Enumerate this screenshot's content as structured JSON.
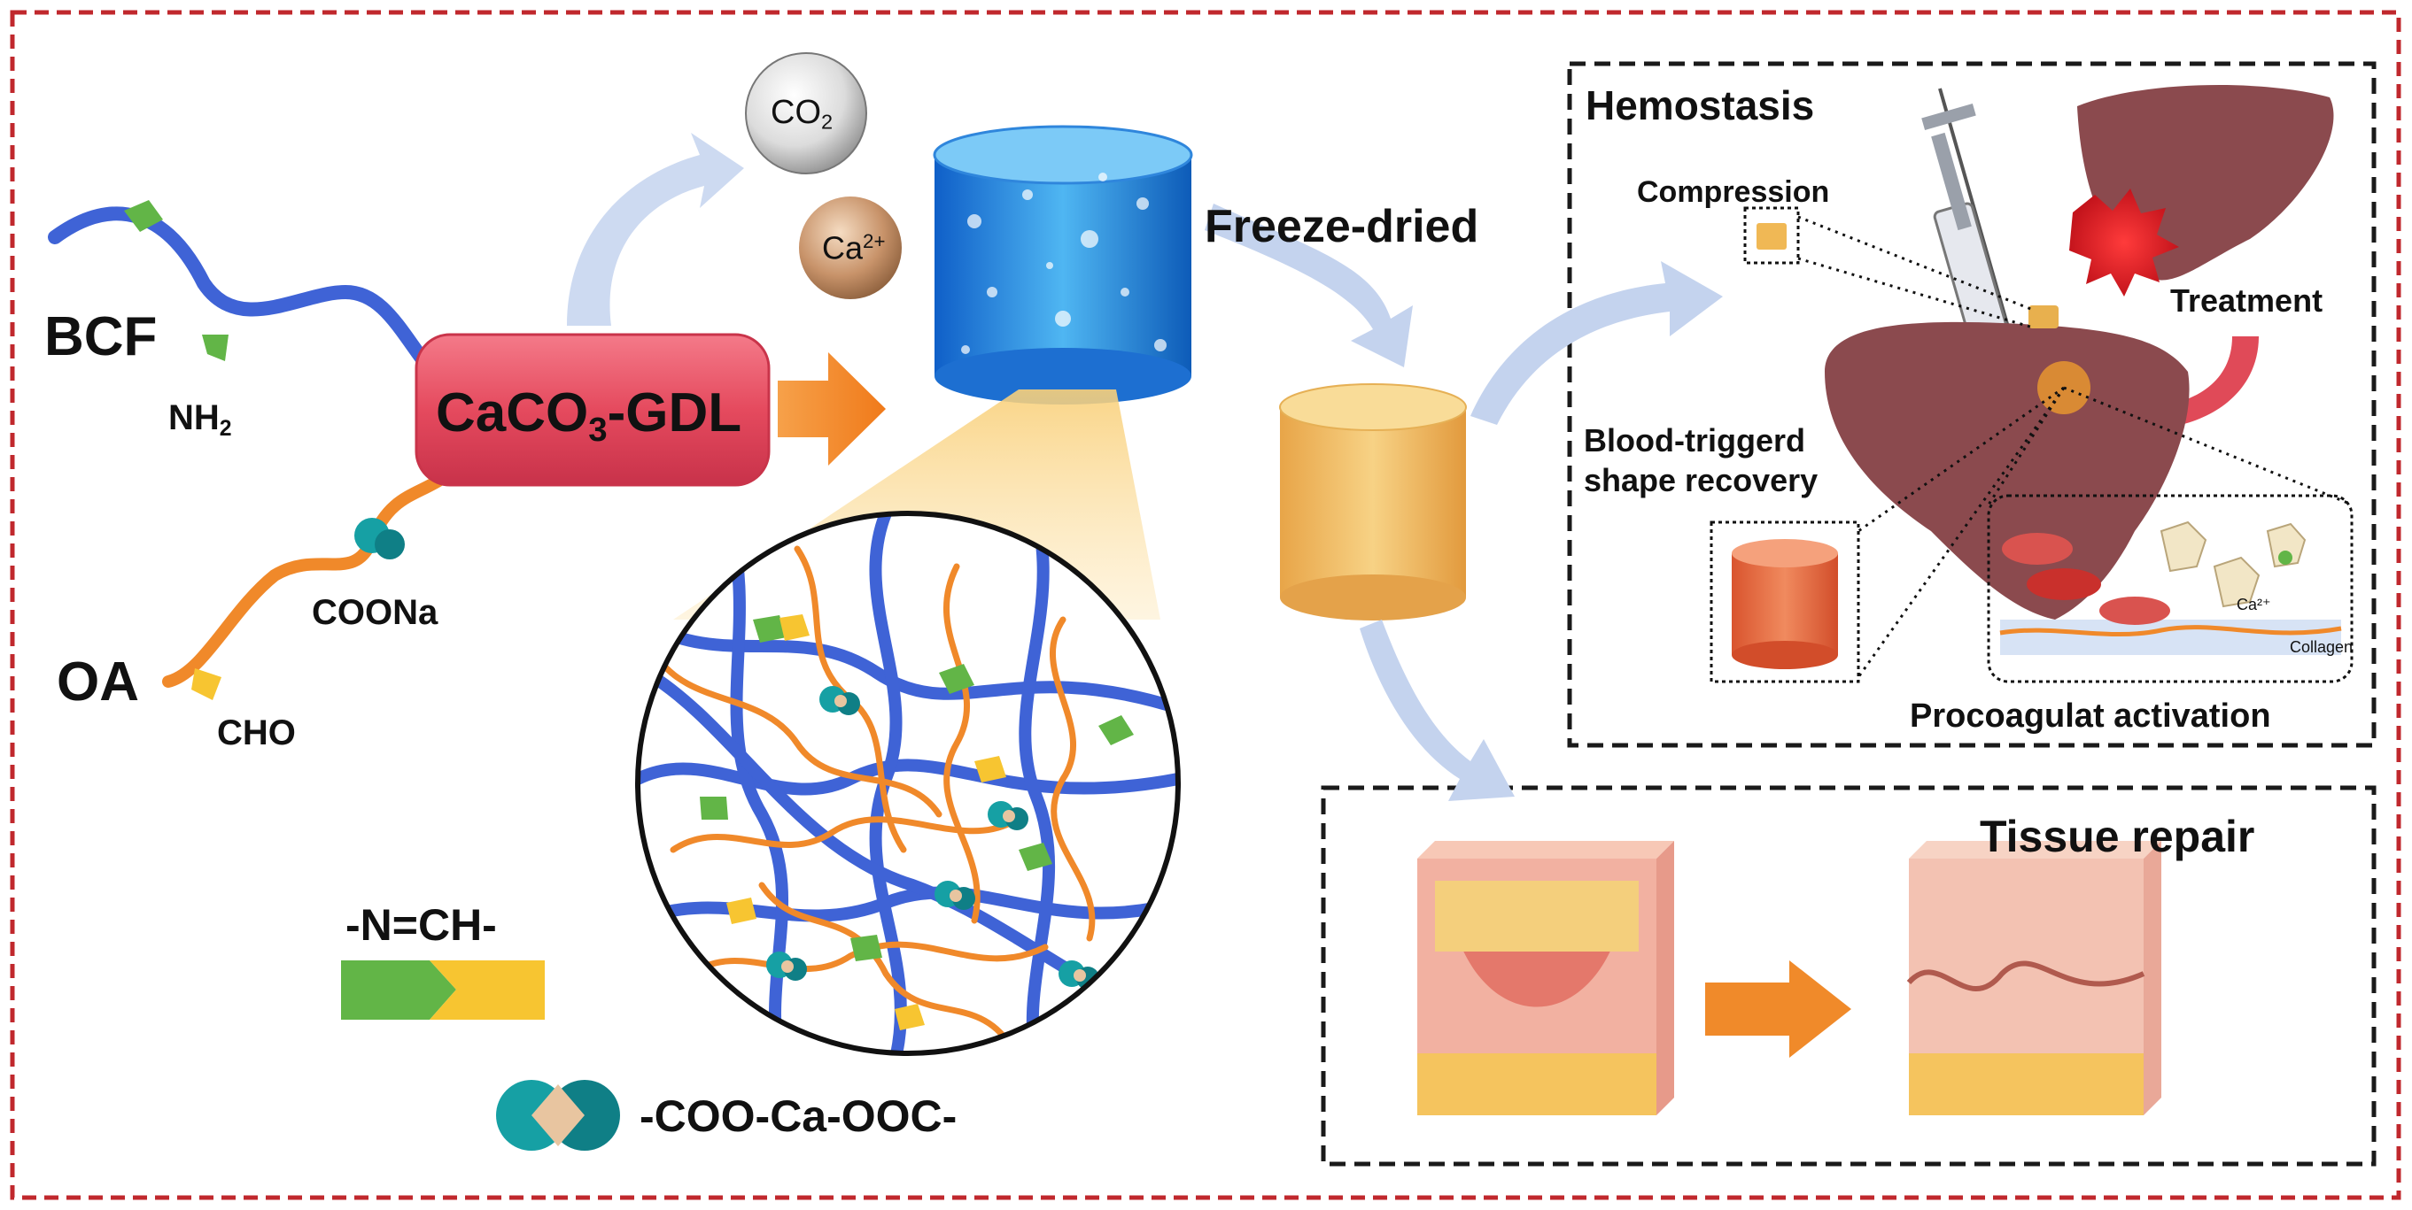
{
  "inputs": {
    "bcf_label": "BCF",
    "bcf_group": "NH",
    "bcf_group_sub": "2",
    "oa_label": "OA",
    "oa_group_carboxyl": "COONa",
    "oa_group_aldehyde": "CHO"
  },
  "reagent": {
    "label_main": "CaCO",
    "label_sub": "3",
    "label_rest": "-GDL"
  },
  "byproducts": {
    "co2_main": "CO",
    "co2_sub": "2",
    "ca_main": "Ca",
    "ca_sup": "2+"
  },
  "process": {
    "freeze_dried": "Freeze-dried"
  },
  "legend": {
    "imine": "-N=CH-",
    "calcium_bridge": "-COO-Ca-OOC-"
  },
  "hemostasis": {
    "title": "Hemostasis",
    "compression": "Compression",
    "treatment": "Treatment",
    "shape_recovery_line1": "Blood-triggerd",
    "shape_recovery_line2": "shape recovery",
    "ca_tag": "Ca²⁺",
    "collagen_tag": "Collagen",
    "procoagulant": "Procoagulat activation"
  },
  "tissue_repair": {
    "title": "Tissue repair"
  },
  "colors": {
    "frame_red": "#c0282d",
    "chain_blue": "#3f63d6",
    "chain_orange": "#f0892a",
    "green_tag": "#62b547",
    "yellow_tag": "#f7c531",
    "teal_bead": "#16a0a4",
    "arrow_blue": "#c4d3ee",
    "reagent_box": "#e54a5e",
    "liver": "#8b4a4e",
    "sponge": "#f2c46a"
  }
}
